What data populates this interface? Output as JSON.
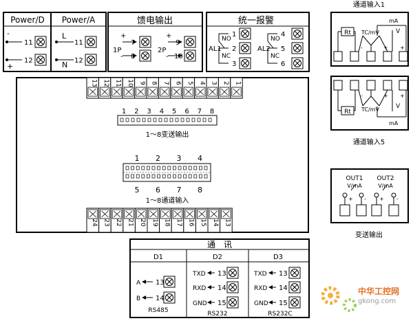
{
  "power_d": {
    "title": "Power/D",
    "t1": "11",
    "t2": "12",
    "minus": "-",
    "plus": "+"
  },
  "power_a": {
    "title": "Power/A",
    "l": "L",
    "n": "N",
    "t1": "11",
    "t2": "12"
  },
  "feeder": {
    "title": "馈电输出",
    "p1": "1P",
    "p2": "2P",
    "t": [
      "7",
      "8",
      "9",
      "10"
    ],
    "plus": "+",
    "minus": "-"
  },
  "alarm": {
    "title": "统一报警",
    "al1": "AL1",
    "al2": "AL2",
    "no": "NO",
    "nc": "NC",
    "t": [
      "1",
      "2",
      "3",
      "4",
      "5",
      "6"
    ]
  },
  "top_strip": {
    "labels": [
      "13",
      "12",
      "11",
      "10",
      "9",
      "8",
      "7",
      "6",
      "5",
      "4",
      "3",
      "2",
      "1"
    ]
  },
  "bottom_strip": {
    "labels": [
      "24",
      "23",
      "22",
      "21",
      "20",
      "19",
      "18",
      "17",
      "16",
      "15",
      "14",
      "13"
    ]
  },
  "transmit_connector": {
    "numbers": [
      "1",
      "2",
      "3",
      "4",
      "5",
      "6",
      "7",
      "8"
    ],
    "caption": "1～8变送输出"
  },
  "input_connector": {
    "top_numbers": [
      "1",
      "2",
      "3",
      "4"
    ],
    "bottom_numbers": [
      "5",
      "6",
      "7",
      "8"
    ],
    "caption": "1～8通道输入"
  },
  "comm": {
    "title": "通　讯",
    "cols": [
      "D1",
      "D2",
      "D3"
    ],
    "d1": {
      "signals": [
        "A",
        "B"
      ],
      "terms": [
        "13",
        "14"
      ],
      "caption": "RS485"
    },
    "d2": {
      "signals": [
        "TXD",
        "RXD",
        "GND"
      ],
      "terms": [
        "13",
        "14",
        "15"
      ],
      "caption": "RS232"
    },
    "d3": {
      "signals": [
        "TXD",
        "RXD",
        "GND"
      ],
      "terms": [
        "13",
        "14",
        "15"
      ],
      "caption": "RS232C"
    }
  },
  "channel_in1": {
    "caption": "通道输入1",
    "rt": "Rt",
    "tc": "TC/mV",
    "v": "V",
    "ma": "mA"
  },
  "channel_in5": {
    "caption": "通道输入5",
    "rt": "Rt",
    "tc": "TC/mV",
    "v": "V",
    "ma": "mA"
  },
  "out_box": {
    "out1": "OUT1",
    "out2": "OUT2",
    "unit": "V/mA",
    "caption": "变送输出"
  },
  "watermark": {
    "text": "中华工控网",
    "url": "gkong.com"
  }
}
